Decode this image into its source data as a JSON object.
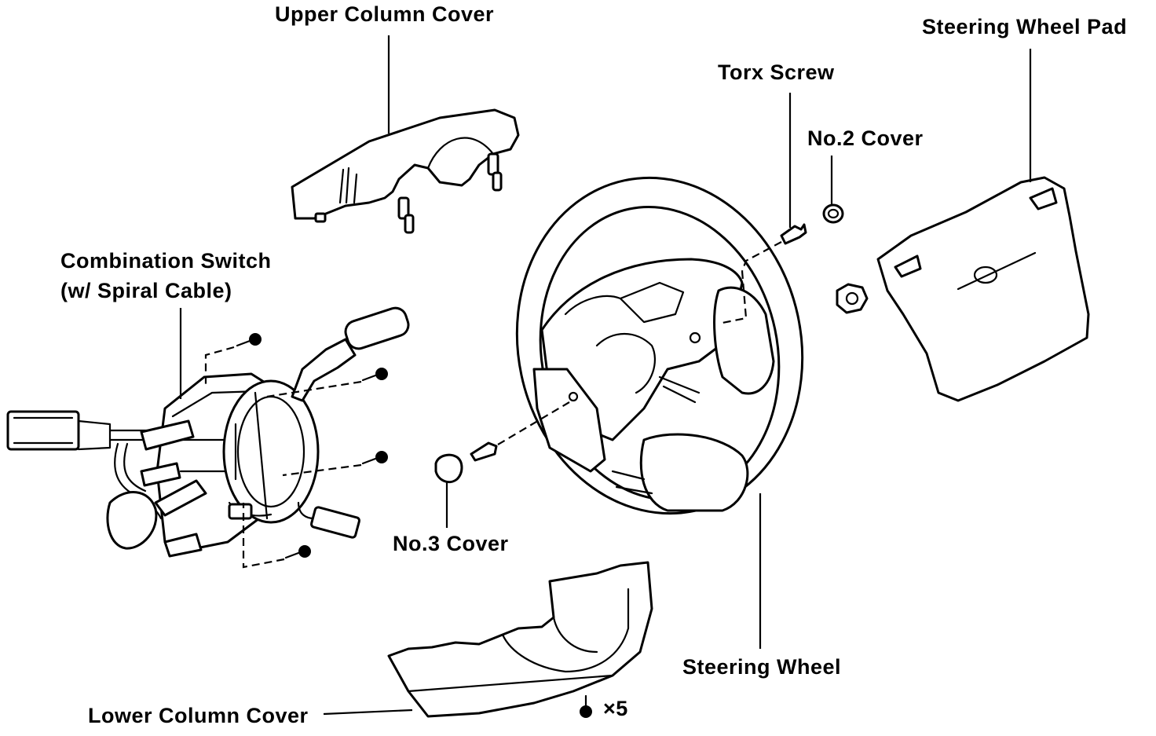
{
  "labels": {
    "upper_column_cover": "Upper Column Cover",
    "steering_wheel_pad": "Steering Wheel Pad",
    "torx_screw": "Torx Screw",
    "no2_cover": "No.2 Cover",
    "combination_switch_line1": "Combination Switch",
    "combination_switch_line2": "(w/  Spiral Cable)",
    "no3_cover": "No.3 Cover",
    "steering_wheel": "Steering Wheel",
    "lower_column_cover": "Lower Column Cover",
    "screw_quantity": "×5"
  }
}
